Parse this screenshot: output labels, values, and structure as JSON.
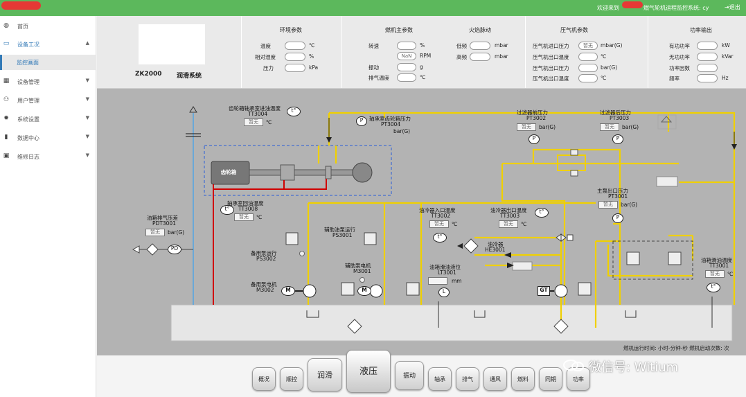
{
  "topbar": {
    "welcome": "欢迎来到",
    "system_name": "燃气轮机运程监控系统: cy",
    "logout": "退出"
  },
  "sidebar": {
    "items": [
      {
        "icon": "globe-icon",
        "glyph": "◍",
        "label": "首页",
        "chev": ""
      },
      {
        "icon": "laptop-icon",
        "glyph": "▭",
        "label": "设备工况",
        "chev": "▲"
      },
      {
        "icon": "grid-icon",
        "glyph": "▦",
        "label": "设备管理",
        "chev": "▼"
      },
      {
        "icon": "users-icon",
        "glyph": "⚇",
        "label": "用户管理",
        "chev": "▼"
      },
      {
        "icon": "gear-icon",
        "glyph": "✹",
        "label": "系统设置",
        "chev": "▼"
      },
      {
        "icon": "bar-chart-icon",
        "glyph": "▮",
        "label": "数据中心",
        "chev": "▼"
      },
      {
        "icon": "id-card-icon",
        "glyph": "▣",
        "label": "维修日志",
        "chev": "▼"
      }
    ],
    "sub_item": "监控画面"
  },
  "header": {
    "model": "ZK2000",
    "system": "润滑系统",
    "env": {
      "title": "环境参数",
      "rows": [
        {
          "label": "温度",
          "unit": "℃"
        },
        {
          "label": "相对湿度",
          "unit": "%"
        },
        {
          "label": "压力",
          "unit": "kPa"
        }
      ]
    },
    "engine": {
      "title": "燃机主参数",
      "rows": [
        {
          "label": "转速",
          "value": "",
          "unit": "%"
        },
        {
          "label": "",
          "value": "NaN",
          "unit": "RPM"
        },
        {
          "label": "振动",
          "value": "",
          "unit": "g"
        },
        {
          "label": "排气温度",
          "value": "",
          "unit": "℃"
        }
      ]
    },
    "flame": {
      "title": "火焰脉动",
      "rows": [
        {
          "label": "低频",
          "unit": "mbar"
        },
        {
          "label": "高频",
          "unit": "mbar"
        }
      ]
    },
    "compressor": {
      "title": "压气机参数",
      "rows": [
        {
          "label": "压气机进口压力",
          "value": "暂无",
          "unit": "mbar(G)"
        },
        {
          "label": "压气机出口温度",
          "value": "",
          "unit": "℃"
        },
        {
          "label": "压气机出口压力",
          "value": "",
          "unit": "bar(G)"
        },
        {
          "label": "压气机出口温度",
          "value": "",
          "unit": "℃"
        }
      ]
    },
    "power": {
      "title": "功率输出",
      "rows": [
        {
          "label": "有功功率",
          "unit": "kW"
        },
        {
          "label": "无功功率",
          "unit": "kVar"
        },
        {
          "label": "功率因数",
          "unit": ""
        },
        {
          "label": "频率",
          "unit": "Hz"
        }
      ]
    }
  },
  "diagram": {
    "gearbox": "齿轮箱",
    "tt3004_name": "齿轮箱轴承室进油温度",
    "tt3004_tag": "TT3004",
    "tt3004_val": "暂无",
    "tt3004_unit": "℃",
    "pt3004_name": "轴承室齿轮箱压力",
    "pt3004_tag": "PT3004",
    "pt3004_unit": "bar(G)",
    "tt3008_name": "轴承室回油温度",
    "tt3008_tag": "TT3008",
    "tt3008_val": "暂无",
    "tt3008_unit": "℃",
    "pdt3001_name": "油箱排气压差",
    "pdt3001_tag": "PDT3001",
    "pdt3001_val": "暂无",
    "pdt3001_unit": "bar(G)",
    "pd_label": "PD",
    "ps3002_name": "备用泵运行",
    "ps3002_tag": "PS3002",
    "ps3001_name": "辅助油泵运行",
    "ps3001_tag": "PS3001",
    "m3001_name": "辅助泵电机",
    "m3001_tag": "M3001",
    "m3002_name": "备用泵电机",
    "m3002_tag": "M3002",
    "tt3002_name": "油冷器入口温度",
    "tt3002_tag": "TT3002",
    "tt3002_val": "暂无",
    "tt3002_unit": "℃",
    "tt3003_name": "油冷器出口温度",
    "tt3003_tag": "TT3003",
    "tt3003_val": "暂无",
    "tt3003_unit": "℃",
    "he3001_name": "油冷器",
    "he3001_tag": "HE3001",
    "lt3001_name": "油箱滑油液位",
    "lt3001_tag": "LT3001",
    "lt3001_unit": "mm",
    "pt3002_name": "过滤器前压力",
    "pt3002_tag": "PT3002",
    "pt3002_val": "暂无",
    "pt3002_unit": "bar(G)",
    "pt3003_name": "过滤器后压力",
    "pt3003_tag": "PT3003",
    "pt3003_val": "暂无",
    "pt3003_unit": "bar(G)",
    "pt3001_name": "主泵出口压力",
    "pt3001_tag": "PT3001",
    "pt3001_val": "暂无",
    "pt3001_unit": "bar(G)",
    "tt3001_name": "油箱滑油温度",
    "tt3001_tag": "TT3001",
    "tt3001_val": "暂无",
    "tt3001_unit": "℃",
    "gt_label": "GT",
    "m_label": "M",
    "l_label": "L",
    "p_label": "P",
    "t_label": "t°",
    "status": "燃机运行时间: 小时-分钟-秒 燃机启动次数: 次"
  },
  "bottom": {
    "buttons": [
      "概况",
      "顺控",
      "润滑",
      "液压",
      "振动",
      "轴承",
      "排气",
      "通风",
      "燃料",
      "同期",
      "功率"
    ]
  },
  "watermark": "微信号: Witium",
  "colors": {
    "topbar": "#5cb85c",
    "yellow_pipe": "#f0d000",
    "red_pipe": "#d00000",
    "blue_pipe": "#6aa8d8",
    "accent": "#337ab7"
  }
}
